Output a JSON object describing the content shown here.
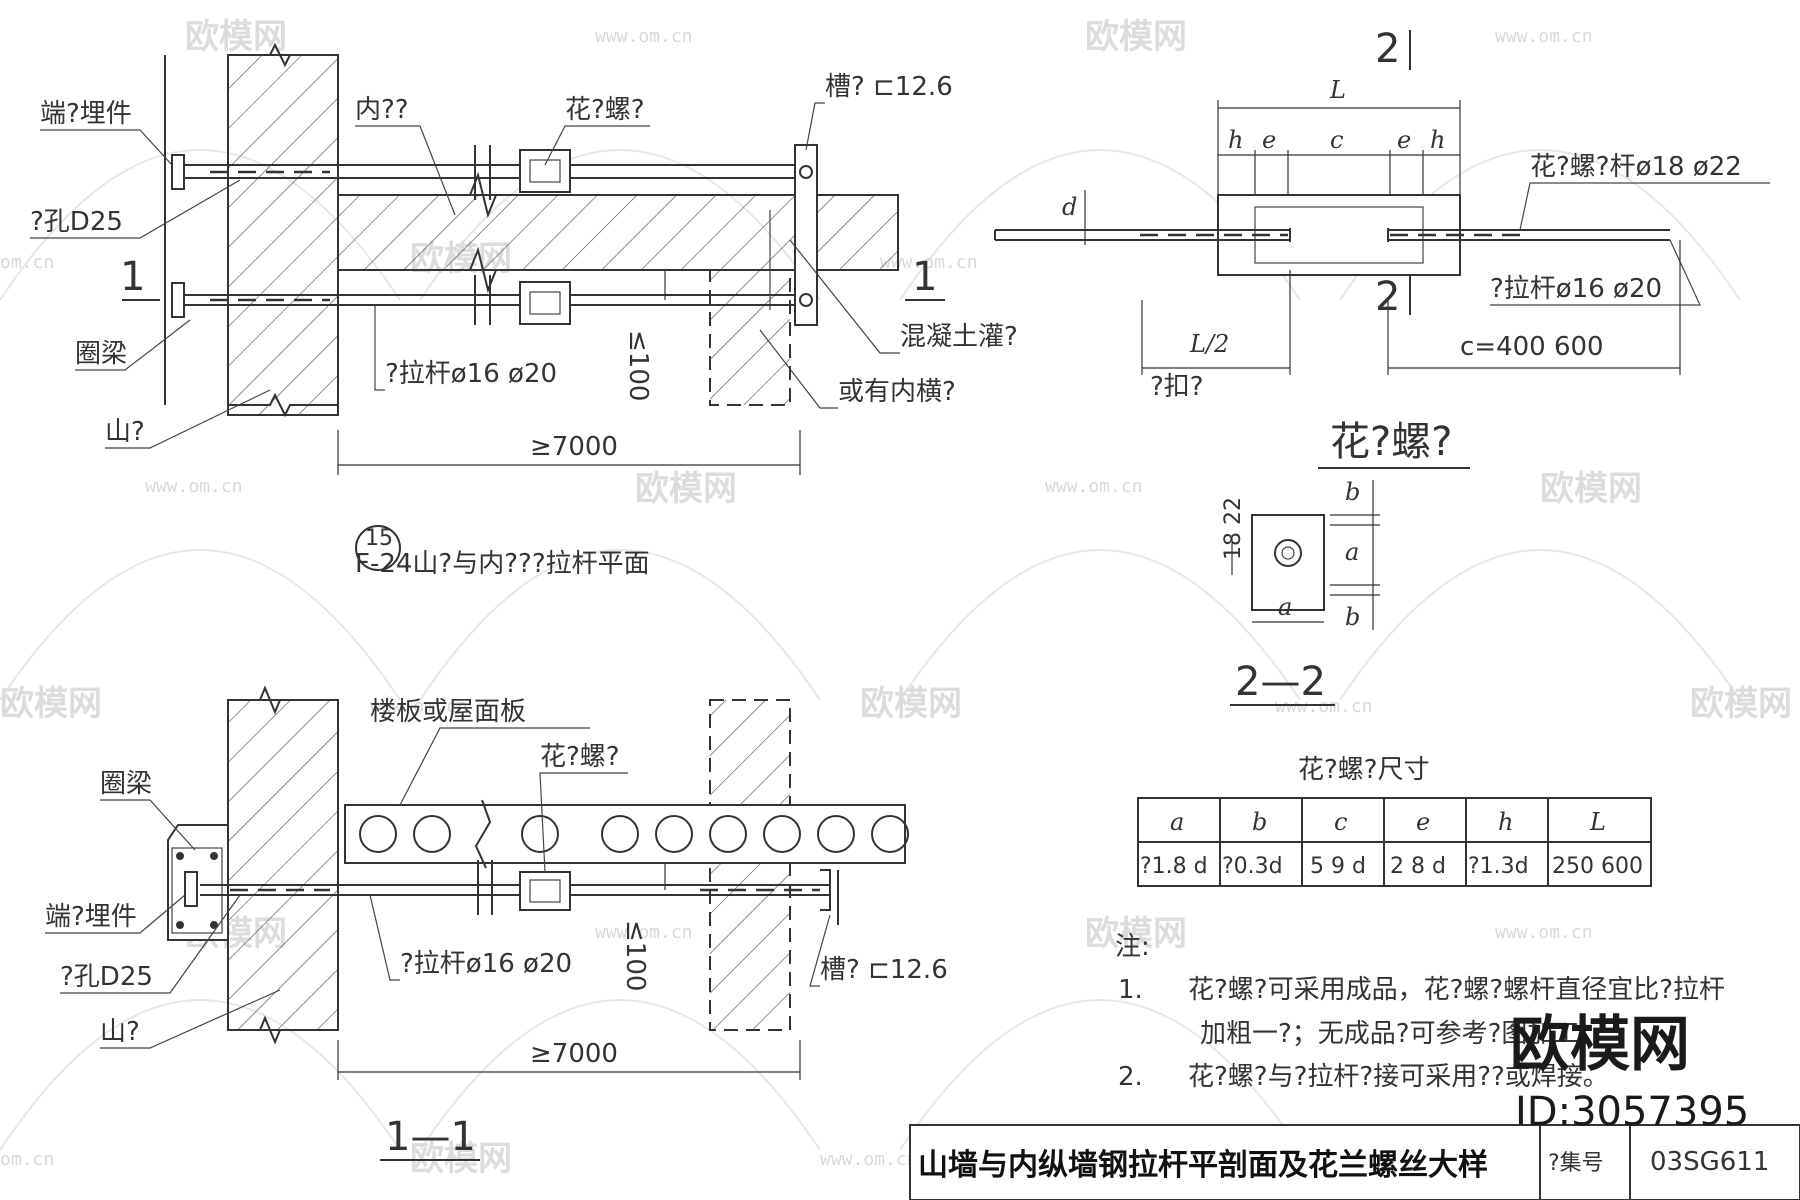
{
  "watermark": {
    "logo": "欧模网",
    "url": "www.om.cn",
    "url_short": "om.cn"
  },
  "plan": {
    "label_end_embed": "端?埋件",
    "label_inner_wall": "内??",
    "label_turnbuckle": "花?螺?",
    "label_channel": "槽? ⊏12.6",
    "label_hole": "?孔D25",
    "label_section_mark": "1",
    "label_ring_beam": "圈梁",
    "label_concrete": "混凝土灌?",
    "label_tie_rod": "?拉杆ø16 ø20",
    "label_max_100": "≤100",
    "label_or_inner": "或有内横?",
    "label_gable": "山?",
    "dim_7000": "≥7000",
    "caption_no": "15",
    "caption": "F-24山?与内???拉杆平面"
  },
  "detail": {
    "section_mark": "2",
    "dim_L": "L",
    "dim_h": "h",
    "dim_e": "e",
    "dim_c": "c",
    "dim_d": "d",
    "label_rod": "花?螺?杆ø18 ø22",
    "label_tie": "?拉杆ø16 ø20",
    "dim_L2": "L/2",
    "label_buckle": "?扣?",
    "dim_c_range": "c=400 600",
    "title": "花?螺?"
  },
  "section22": {
    "dim_1822": "18 22",
    "dim_a": "a",
    "dim_b": "b",
    "title": "2—2"
  },
  "table": {
    "title": "花?螺?尺寸",
    "headers": [
      "a",
      "b",
      "c",
      "e",
      "h",
      "L"
    ],
    "row": [
      "?1.8 d",
      "?0.3d",
      "5 9 d",
      "2 8 d",
      "?1.3d",
      "250 600"
    ]
  },
  "notes": {
    "heading": "注:",
    "n1_num": "1.",
    "n1_line1": "花?螺?可采用成品，花?螺?螺杆直径宜比?拉杆",
    "n1_line2": "加粗一?；无成品?可参考?图加工。",
    "n2_num": "2.",
    "n2_line1": "花?螺?与?拉杆?接可采用??或焊接。"
  },
  "section11": {
    "label_slab": "楼板或屋面板",
    "label_ring_beam": "圈梁",
    "label_turnbuckle": "花?螺?",
    "label_end_embed": "端?埋件",
    "label_hole": "?孔D25",
    "label_tie_rod": "?拉杆ø16 ø20",
    "label_max_100": "≤100",
    "label_channel": "槽? ⊏12.6",
    "label_gable": "山?",
    "dim_7000": "≥7000",
    "title": "1—1"
  },
  "title_block": {
    "title": "山墙与内纵墙钢拉杆平剖面及花兰螺丝大样",
    "atlas_label": "?集号",
    "atlas_no": "03SG611"
  },
  "brand": {
    "name": "欧模网",
    "id": "ID:3057395"
  }
}
